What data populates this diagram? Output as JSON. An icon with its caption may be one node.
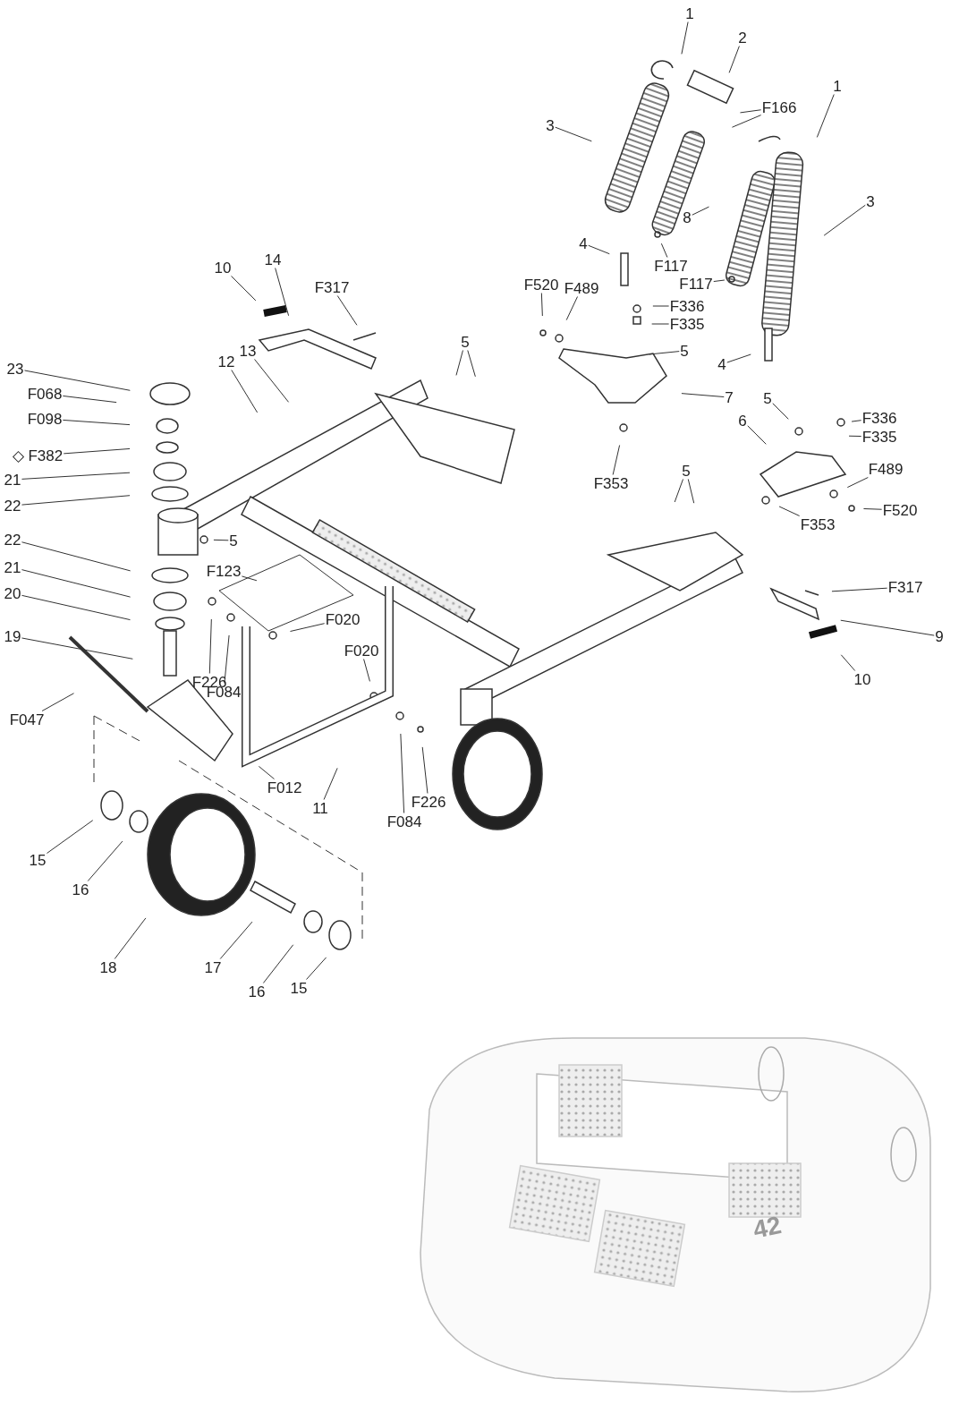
{
  "diagram": {
    "nodes": [
      {
        "text": [
          "1"
        ]
      },
      {
        "text": [
          "2"
        ]
      },
      {
        "text": [
          "F166"
        ]
      },
      {
        "text": [
          "1"
        ]
      },
      {
        "text": [
          "3"
        ]
      },
      {
        "text": [
          "8"
        ]
      },
      {
        "text": [
          "3"
        ]
      },
      {
        "text": [
          "4"
        ]
      },
      {
        "text": [
          "F117"
        ]
      },
      {
        "text": [
          "F117"
        ]
      },
      {
        "text": [
          "F520"
        ]
      },
      {
        "text": [
          "F489"
        ]
      },
      {
        "text": [
          "F336"
        ]
      },
      {
        "text": [
          "F335"
        ]
      },
      {
        "text": [
          "5"
        ]
      },
      {
        "text": [
          "5"
        ]
      },
      {
        "text": [
          "7"
        ]
      },
      {
        "text": [
          "4"
        ]
      },
      {
        "text": [
          "10"
        ]
      },
      {
        "text": [
          "14"
        ]
      },
      {
        "text": [
          "F317"
        ]
      },
      {
        "text": [
          "13"
        ]
      },
      {
        "text": [
          "12"
        ]
      },
      {
        "text": [
          "23"
        ]
      },
      {
        "text": [
          "F068"
        ]
      },
      {
        "text": [
          "F098"
        ]
      },
      {
        "text": [
          "◇ F382"
        ]
      },
      {
        "text": [
          "21"
        ]
      },
      {
        "text": [
          "22"
        ]
      },
      {
        "text": [
          "5"
        ]
      },
      {
        "text": [
          "22"
        ]
      },
      {
        "text": [
          "F123"
        ]
      },
      {
        "text": [
          "21"
        ]
      },
      {
        "text": [
          "20"
        ]
      },
      {
        "text": [
          "19"
        ]
      },
      {
        "text": [
          "F226"
        ]
      },
      {
        "text": [
          "F084"
        ]
      },
      {
        "text": [
          "F020"
        ]
      },
      {
        "text": [
          "F020"
        ]
      },
      {
        "text": [
          "F047"
        ]
      },
      {
        "text": [
          "F012"
        ]
      },
      {
        "text": [
          "11"
        ]
      },
      {
        "text": [
          "F084"
        ]
      },
      {
        "text": [
          "F226"
        ]
      },
      {
        "text": [
          "5"
        ]
      },
      {
        "text": [
          "F353"
        ]
      },
      {
        "text": [
          "5"
        ]
      },
      {
        "text": [
          "6"
        ]
      },
      {
        "text": [
          "F336"
        ]
      },
      {
        "text": [
          "F335"
        ]
      },
      {
        "text": [
          "F489"
        ]
      },
      {
        "text": [
          "F520"
        ]
      },
      {
        "text": [
          "F353"
        ]
      },
      {
        "text": [
          "F317"
        ]
      },
      {
        "text": [
          "9"
        ]
      },
      {
        "text": [
          "10"
        ]
      },
      {
        "text": [
          "15"
        ]
      },
      {
        "text": [
          "16"
        ]
      },
      {
        "text": [
          "18"
        ]
      },
      {
        "text": [
          "17"
        ]
      },
      {
        "text": [
          "16"
        ]
      },
      {
        "text": [
          "15"
        ]
      }
    ],
    "edges": [
      {
        "from": 0,
        "to": null,
        "arrow": "none"
      },
      {
        "from": 1,
        "to": null,
        "arrow": "none"
      },
      {
        "from": 2,
        "to": null,
        "arrow": "none"
      },
      {
        "from": 2,
        "to": null,
        "arrow": "none"
      },
      {
        "from": 3,
        "to": null,
        "arrow": "none"
      },
      {
        "from": 4,
        "to": null,
        "arrow": "none"
      },
      {
        "from": 5,
        "to": null,
        "arrow": "none"
      },
      {
        "from": 6,
        "to": null,
        "arrow": "none"
      },
      {
        "from": 7,
        "to": null,
        "arrow": "none"
      },
      {
        "from": 8,
        "to": null,
        "arrow": "none"
      },
      {
        "from": 9,
        "to": null,
        "arrow": "none"
      },
      {
        "from": 10,
        "to": null,
        "arrow": "none"
      },
      {
        "from": 11,
        "to": null,
        "arrow": "none"
      },
      {
        "from": 12,
        "to": null,
        "arrow": "none"
      },
      {
        "from": 13,
        "to": null,
        "arrow": "none"
      },
      {
        "from": 14,
        "to": null,
        "arrow": "none"
      },
      {
        "from": 15,
        "to": null,
        "arrow": "none"
      },
      {
        "from": 15,
        "to": null,
        "arrow": "none"
      },
      {
        "from": 16,
        "to": null,
        "arrow": "none"
      },
      {
        "from": 17,
        "to": null,
        "arrow": "none"
      },
      {
        "from": 18,
        "to": null,
        "arrow": "none"
      },
      {
        "from": 19,
        "to": null,
        "arrow": "none"
      },
      {
        "from": 20,
        "to": null,
        "arrow": "none"
      },
      {
        "from": 21,
        "to": null,
        "arrow": "none"
      },
      {
        "from": 22,
        "to": null,
        "arrow": "none"
      },
      {
        "from": 23,
        "to": null,
        "arrow": "none"
      },
      {
        "from": 24,
        "to": null,
        "arrow": "none"
      },
      {
        "from": 25,
        "to": null,
        "arrow": "none"
      },
      {
        "from": 26,
        "to": null,
        "arrow": "none"
      },
      {
        "from": 27,
        "to": null,
        "arrow": "none"
      },
      {
        "from": 28,
        "to": null,
        "arrow": "none"
      },
      {
        "from": 29,
        "to": null,
        "arrow": "none"
      },
      {
        "from": 30,
        "to": null,
        "arrow": "none"
      },
      {
        "from": 31,
        "to": null,
        "arrow": "none"
      },
      {
        "from": 32,
        "to": null,
        "arrow": "none"
      },
      {
        "from": 33,
        "to": null,
        "arrow": "none"
      },
      {
        "from": 34,
        "to": null,
        "arrow": "none"
      },
      {
        "from": 35,
        "to": null,
        "arrow": "none"
      },
      {
        "from": 36,
        "to": null,
        "arrow": "none"
      },
      {
        "from": 37,
        "to": null,
        "arrow": "none"
      },
      {
        "from": 38,
        "to": null,
        "arrow": "none"
      },
      {
        "from": 39,
        "to": null,
        "arrow": "none"
      },
      {
        "from": 40,
        "to": null,
        "arrow": "none"
      },
      {
        "from": 41,
        "to": null,
        "arrow": "none"
      },
      {
        "from": 42,
        "to": null,
        "arrow": "none"
      },
      {
        "from": 43,
        "to": null,
        "arrow": "none"
      },
      {
        "from": 44,
        "to": null,
        "arrow": "none"
      },
      {
        "from": 44,
        "to": null,
        "arrow": "none"
      },
      {
        "from": 45,
        "to": null,
        "arrow": "none"
      },
      {
        "from": 46,
        "to": null,
        "arrow": "none"
      },
      {
        "from": 47,
        "to": null,
        "arrow": "none"
      },
      {
        "from": 48,
        "to": null,
        "arrow": "none"
      },
      {
        "from": 49,
        "to": null,
        "arrow": "none"
      },
      {
        "from": 50,
        "to": null,
        "arrow": "none"
      },
      {
        "from": 51,
        "to": null,
        "arrow": "none"
      },
      {
        "from": 52,
        "to": null,
        "arrow": "none"
      },
      {
        "from": 53,
        "to": null,
        "arrow": "none"
      },
      {
        "from": 54,
        "to": null,
        "arrow": "none"
      },
      {
        "from": 55,
        "to": null,
        "arrow": "none"
      },
      {
        "from": 56,
        "to": null,
        "arrow": "none"
      },
      {
        "from": 57,
        "to": null,
        "arrow": "none"
      },
      {
        "from": 58,
        "to": null,
        "arrow": "none"
      },
      {
        "from": 59,
        "to": null,
        "arrow": "none"
      },
      {
        "from": 60,
        "to": null,
        "arrow": "none"
      },
      {
        "from": 61,
        "to": null,
        "arrow": "none"
      }
    ],
    "labels": [
      "42"
    ]
  }
}
